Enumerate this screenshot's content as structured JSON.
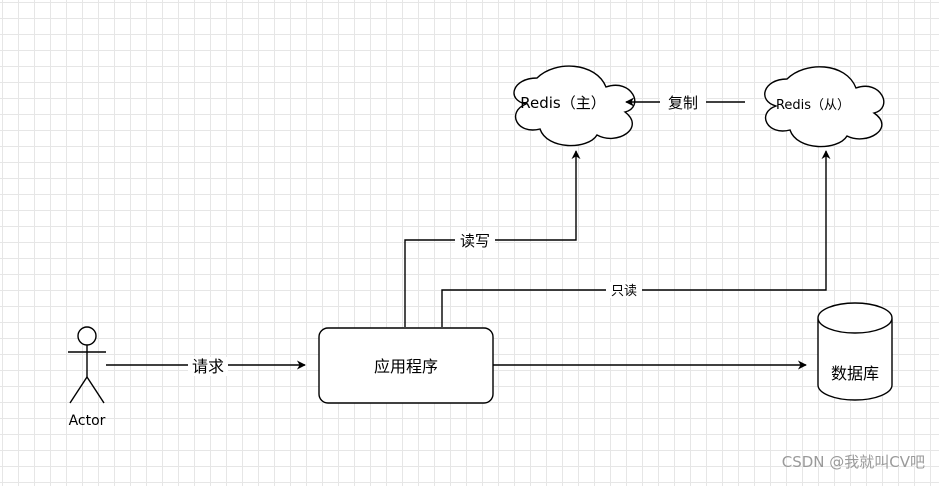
{
  "nodes": {
    "redis_master": "Redis（主）",
    "redis_slave": "Redis（从）",
    "app": "应用程序",
    "database": "数据库",
    "actor": "Actor"
  },
  "edges": {
    "replicate": "复制",
    "read_write": "读写",
    "read_only": "只读",
    "request": "请求"
  },
  "watermark": "CSDN @我就叫CV吧"
}
